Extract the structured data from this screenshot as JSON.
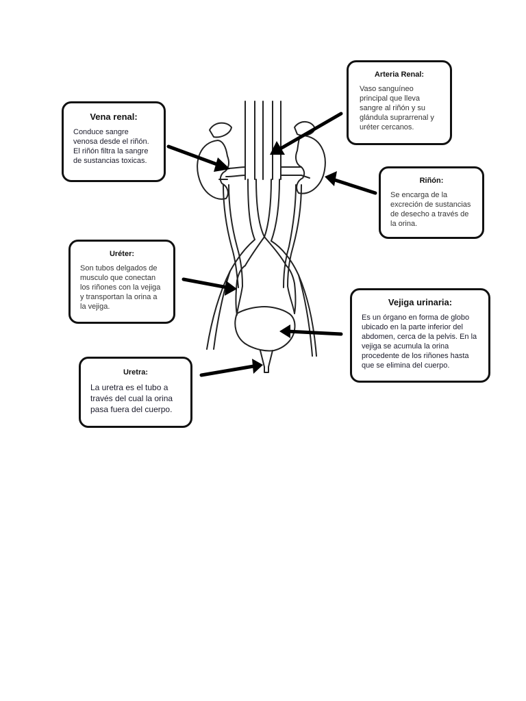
{
  "labels": {
    "vena_renal": {
      "title": "Vena renal:",
      "body": "Conduce sangre venosa desde el riñón. El riñón filtra la sangre de sustancias toxicas."
    },
    "arteria_renal": {
      "title": "Arteria Renal:",
      "body": "Vaso sanguíneo principal que lleva sangre al riñón y su glándula suprarrenal y uréter cercanos."
    },
    "rinon": {
      "title": "Riñón:",
      "body": "Se encarga de la excreción de sustancias de desecho a través de la orina."
    },
    "ureter": {
      "title": "Uréter:",
      "body": "Son tubos delgados de musculo que conectan los riñones con la vejiga y transportan la orina a la vejiga."
    },
    "vejiga": {
      "title": "Vejiga urinaria:",
      "body": "Es un órgano en forma de globo ubicado en la parte inferior del abdomen, cerca de la pelvis. En la vejiga se acumula la orina procedente de los riñones hasta que se elimina del cuerpo."
    },
    "uretra": {
      "title": "Uretra:",
      "body": "La uretra es el tubo a través del cual la orina pasa fuera del cuerpo."
    }
  }
}
